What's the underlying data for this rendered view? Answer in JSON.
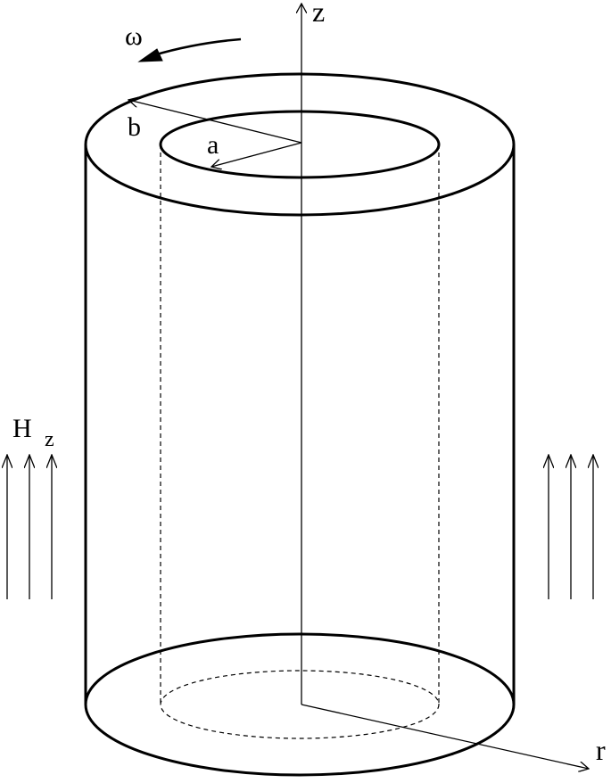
{
  "labels": {
    "z_axis": "z",
    "r_axis": "r",
    "omega": "ω",
    "outer_radius": "b",
    "inner_radius": "a",
    "field_main": "H",
    "field_sub": "z"
  },
  "colors": {
    "ink": "#000000",
    "background": "#ffffff"
  }
}
